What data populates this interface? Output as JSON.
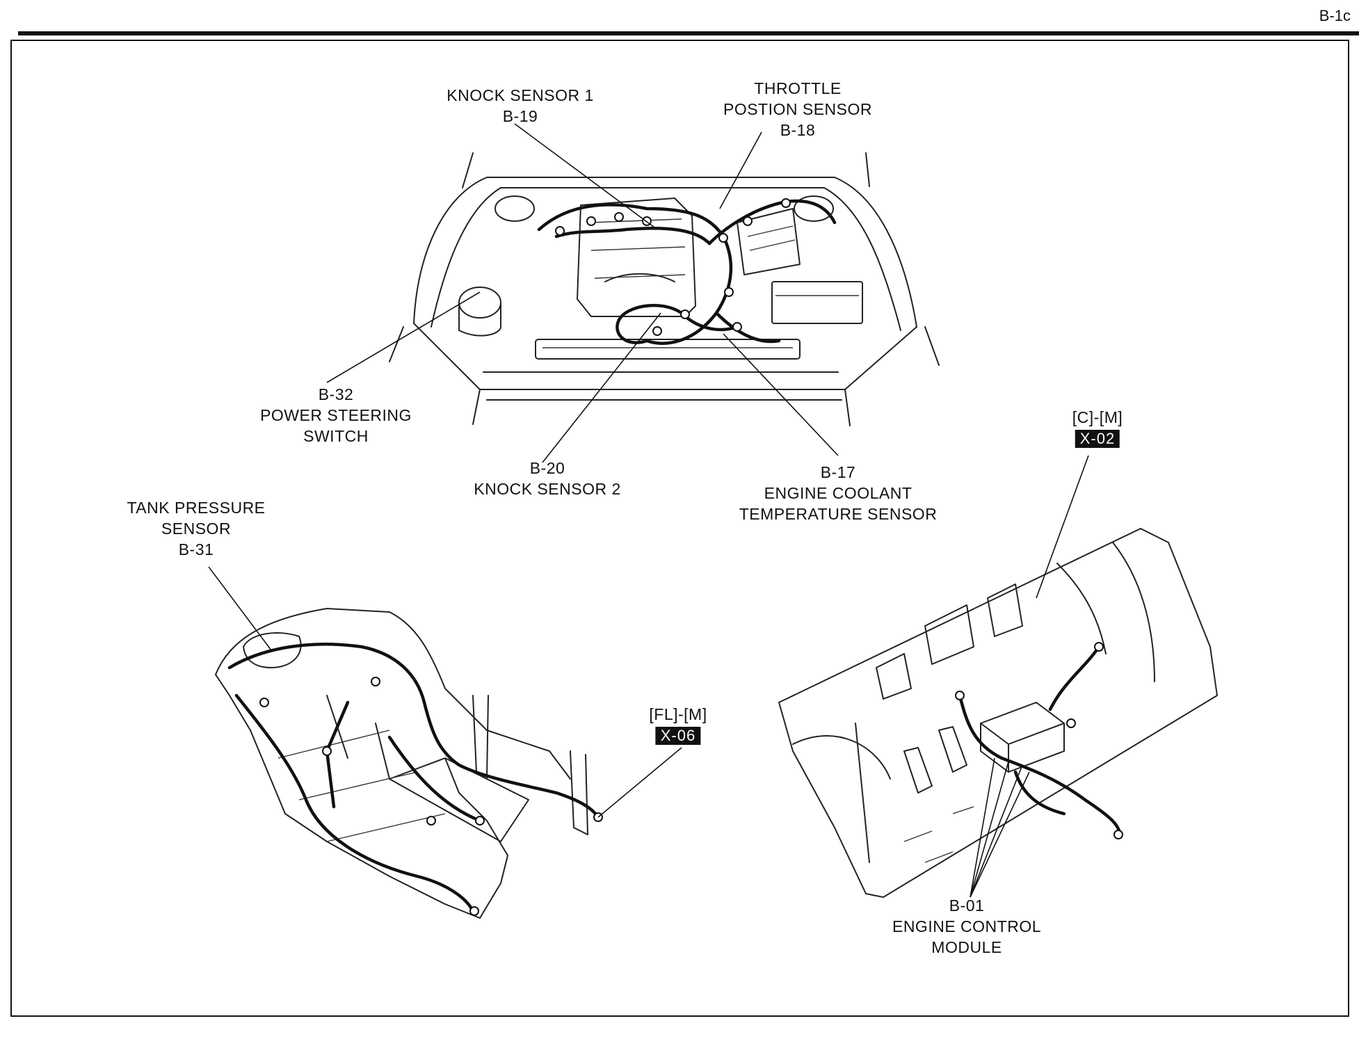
{
  "page_id": "B-1c",
  "labels": {
    "knock_sensor_1": {
      "name": "KNOCK SENSOR 1",
      "code": "B-19"
    },
    "throttle_position_sensor": {
      "line1": "THROTTLE",
      "line2": "POSTION SENSOR",
      "code": "B-18"
    },
    "power_steering_switch": {
      "code": "B-32",
      "line1": "POWER STEERING",
      "line2": "SWITCH"
    },
    "knock_sensor_2": {
      "code": "B-20",
      "name": "KNOCK SENSOR 2"
    },
    "engine_coolant_temp_sensor": {
      "code": "B-17",
      "line1": "ENGINE COOLANT",
      "line2": "TEMPERATURE SENSOR"
    },
    "tank_pressure_sensor": {
      "line1": "TANK PRESSURE",
      "line2": "SENSOR",
      "code": "B-31"
    },
    "connector_fl_m": {
      "location": "[FL]-[M]",
      "code": "X-06"
    },
    "connector_c_m": {
      "location": "[C]-[M]",
      "code": "X-02"
    },
    "engine_control_module": {
      "code": "B-01",
      "line1": "ENGINE CONTROL",
      "line2": "MODULE"
    }
  }
}
